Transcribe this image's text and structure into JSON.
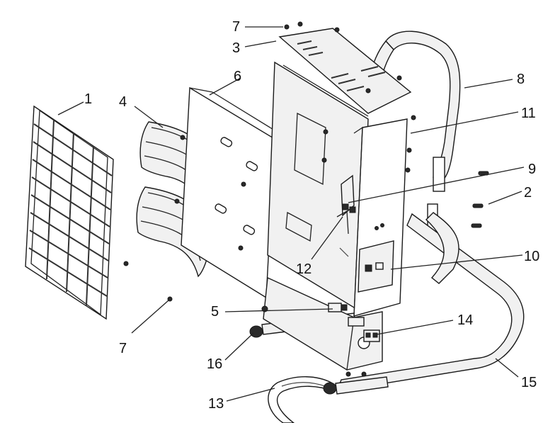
{
  "callouts": {
    "c1": "1",
    "c2": "2",
    "c3": "3",
    "c4": "4",
    "c5": "5",
    "c6": "6",
    "c7_top": "7",
    "c7_bottom": "7",
    "c8": "8",
    "c9": "9",
    "c10": "10",
    "c11": "11",
    "c12": "12",
    "c13": "13",
    "c14": "14",
    "c15": "15",
    "c16": "16"
  }
}
